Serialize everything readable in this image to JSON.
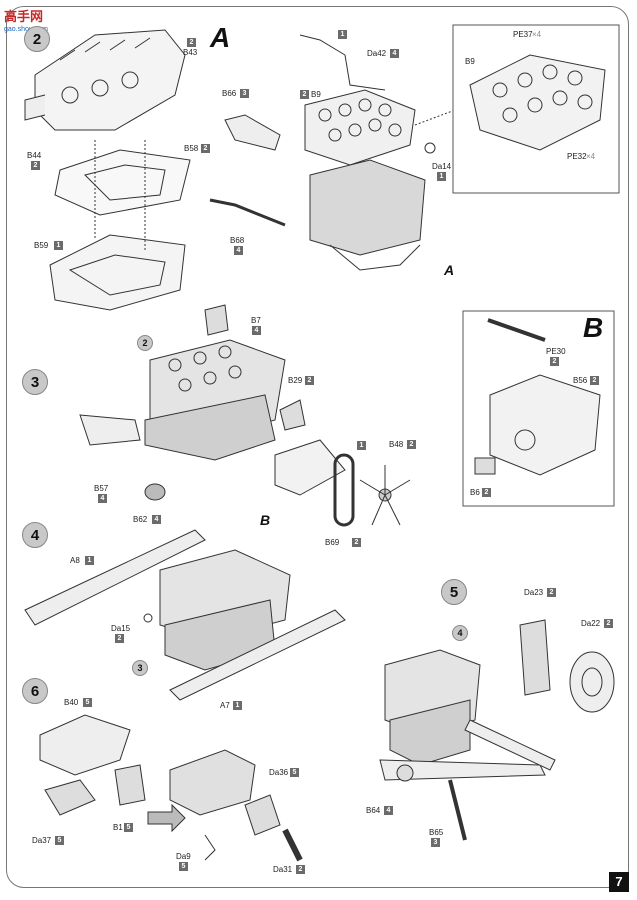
{
  "watermark": {
    "text": "高手网",
    "sub": "gao.shou.com"
  },
  "page_number": "7",
  "steps": {
    "s2": "2",
    "s3": "3",
    "s4": "4",
    "s5": "5",
    "s6": "6"
  },
  "subassembly_letters": {
    "a": "A",
    "b": "B"
  },
  "parts": {
    "b43": "B43",
    "b43_qty": "2",
    "b44": "B44",
    "b44_qty": "2",
    "b58": "B58",
    "b58_qty": "2",
    "b59": "B59",
    "b59_qty": "1",
    "b66": "B66",
    "b66_qty": "3",
    "b9": "B9",
    "b9_qty": "2",
    "da42": "Da42",
    "da42_qty": "4",
    "pe37": "PE37",
    "pe37_mult": "×4",
    "pe32": "PE32",
    "pe32_mult": "×4",
    "b9_inset": "B9",
    "da14": "Da14",
    "da14_qty": "1",
    "b68": "B68",
    "b68_qty": "4",
    "top_rod_qty": "1",
    "b7": "B7",
    "b7_qty": "4",
    "b29": "B29",
    "b29_qty": "2",
    "b48": "B48",
    "b48_qty": "2",
    "belt_qty": "1",
    "b57": "B57",
    "b57_qty": "4",
    "b62": "B62",
    "b62_qty": "4",
    "b69": "B69",
    "b69_qty": "2",
    "pe30": "PE30",
    "pe30_qty": "2",
    "b56": "B56",
    "b56_qty": "2",
    "b6": "B6",
    "b6_qty": "2",
    "a8": "A8",
    "a8_qty": "1",
    "da15": "Da15",
    "da15_qty": "2",
    "a7": "A7",
    "a7_qty": "1",
    "da23": "Da23",
    "da23_qty": "2",
    "da22": "Da22",
    "da22_qty": "2",
    "b40": "B40",
    "b40_qty": "5",
    "da37": "Da37",
    "da37_qty": "5",
    "b1": "B1",
    "b1_qty": "5",
    "da36": "Da36",
    "da36_qty": "5",
    "da9": "Da9",
    "da9_qty": "5",
    "da31": "Da31",
    "da31_qty": "2",
    "b64": "B64",
    "b64_qty": "4",
    "b65": "B65",
    "b65_qty": "3"
  }
}
